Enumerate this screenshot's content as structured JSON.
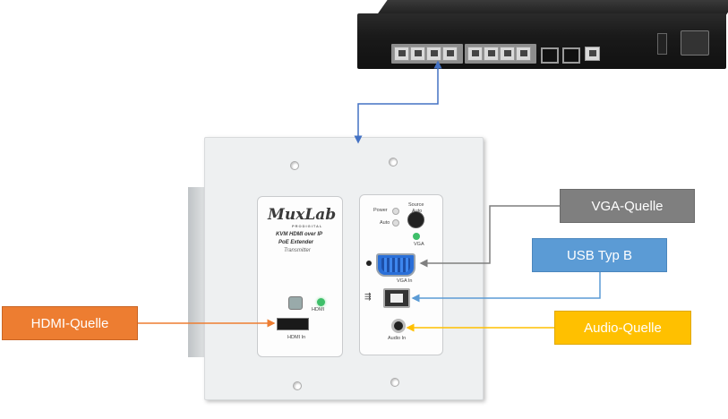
{
  "labels": {
    "vga": "VGA-Quelle",
    "usb": "USB Typ B",
    "audio": "Audio-Quelle",
    "hdmi": "HDMI-Quelle"
  },
  "device": {
    "brand": "MuxLab",
    "brand_sub": "PRODIGITAL",
    "product_line1": "KVM HDMI over IP",
    "product_line2": "PoE Extender",
    "product_line3": "Transmitter",
    "hdmi_led_label": "HDMI",
    "hdmi_port_label": "HDMI In",
    "power_label": "Power",
    "auto_label": "Auto",
    "source_label": "Source",
    "source_auto_label": "Auto",
    "vga_led_label": "VGA",
    "vga_port_label": "VGA In",
    "audio_port_label": "Audio In"
  },
  "colors": {
    "vga_callout": "#7f7f7f",
    "usb_callout": "#5b9bd5",
    "audio_callout": "#ffc000",
    "hdmi_callout": "#ed7d31",
    "network_link": "#4472c4"
  }
}
